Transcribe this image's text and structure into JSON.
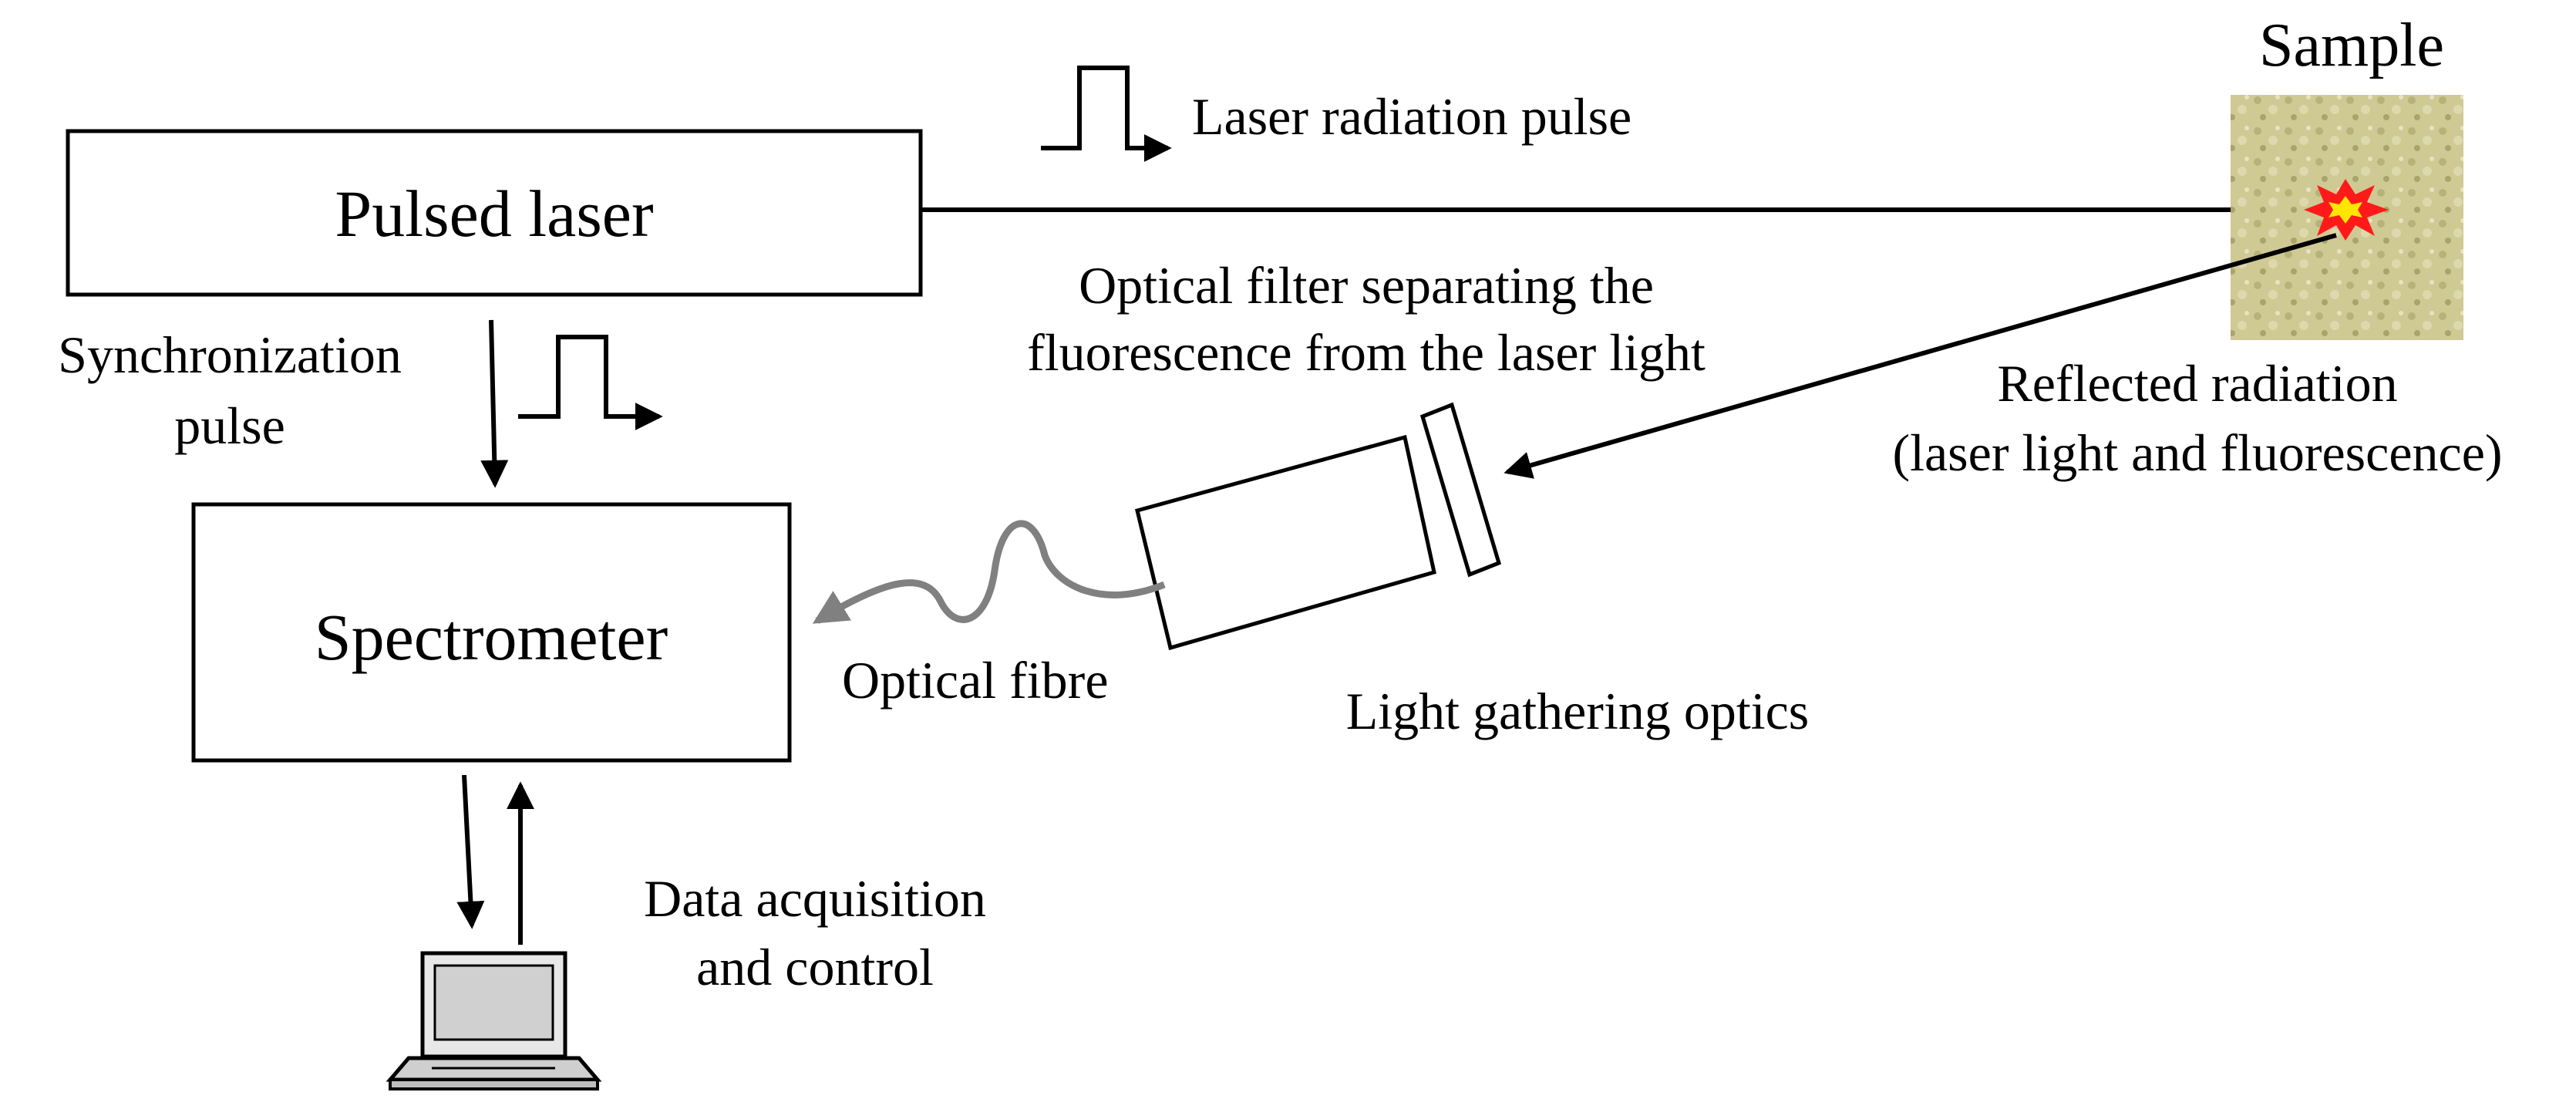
{
  "colors": {
    "stroke": "#000000",
    "fibre": "#808080",
    "sample_bg": "#c9c48a",
    "flash_outer": "#ff1a1a",
    "flash_inner": "#ffe600"
  },
  "components": {
    "pulsed_laser": "Pulsed laser",
    "spectrometer": "Spectrometer",
    "sample": "Sample"
  },
  "labels": {
    "laser_pulse": "Laser radiation pulse",
    "sync_line1": "Synchronization",
    "sync_line2": "pulse",
    "filter_line1": "Optical filter separating the",
    "filter_line2": "fluorescence from the laser light",
    "reflected_line1": "Reflected radiation",
    "reflected_line2": "(laser light and fluorescence)",
    "optical_fibre": "Optical fibre",
    "light_optics": "Light gathering optics",
    "daq_line1": "Data acquisition",
    "daq_line2": "and control"
  },
  "icons": [
    "pulse-waveform-icon",
    "laptop-icon",
    "flash-icon",
    "arrow-icon"
  ]
}
